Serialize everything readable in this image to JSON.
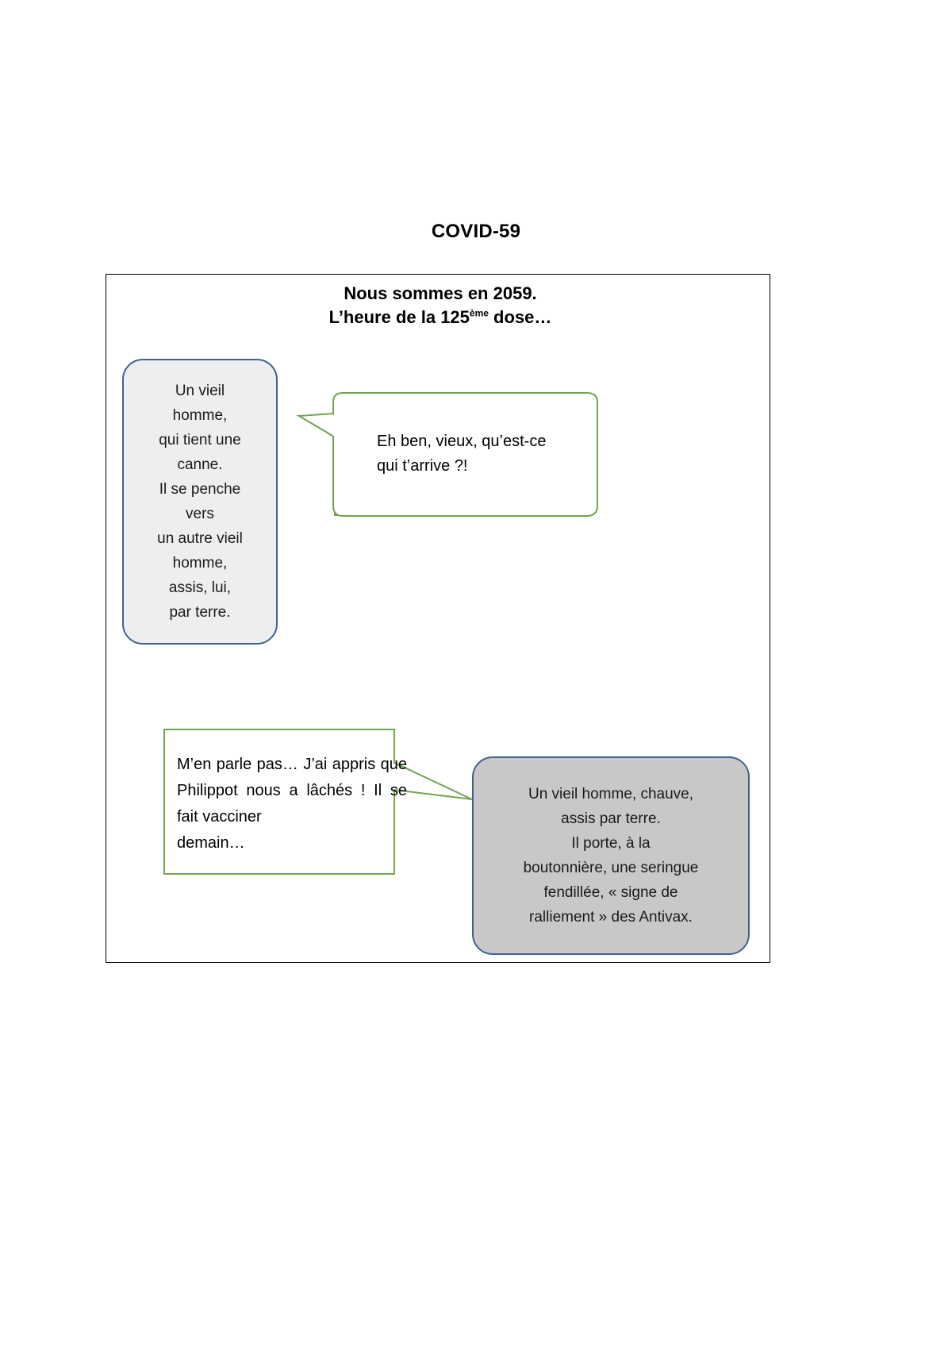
{
  "title": "COVID-59",
  "caption": {
    "line1": "Nous sommes en 2059.",
    "line2_before": "L’heure de la 125",
    "line2_sup": "ème",
    "line2_after": " dose…"
  },
  "panels": {
    "description_left": {
      "lines": [
        "Un vieil",
        "homme,",
        "qui tient une",
        "canne.",
        "Il se penche",
        "vers",
        "un autre vieil",
        "homme,",
        "assis, lui,",
        "par terre."
      ],
      "fill_color": "#eceeef",
      "border_color": "#41628f"
    },
    "description_right": {
      "lines": [
        "Un vieil homme, chauve,",
        "assis par terre.",
        "Il porte, à la",
        "boutonnière, une seringue",
        "fendillée, « signe de",
        "ralliement » des Antivax."
      ],
      "fill_color": "#c8c8c8",
      "border_color": "#41628f"
    },
    "speech_one": {
      "line1": "Eh ben, vieux, qu’est-ce",
      "line2": " qui t’arrive ?!",
      "border_color": "#74a350",
      "tail_direction": "left"
    },
    "speech_two": {
      "line1": " M’en parle pas… J’ai appris que Philippot nous a lâchés ! Il se fait vacciner",
      "line2": "demain…",
      "border_color": "#74a350",
      "tail_direction": "right"
    }
  },
  "frame": {
    "border_color": "#000000"
  }
}
